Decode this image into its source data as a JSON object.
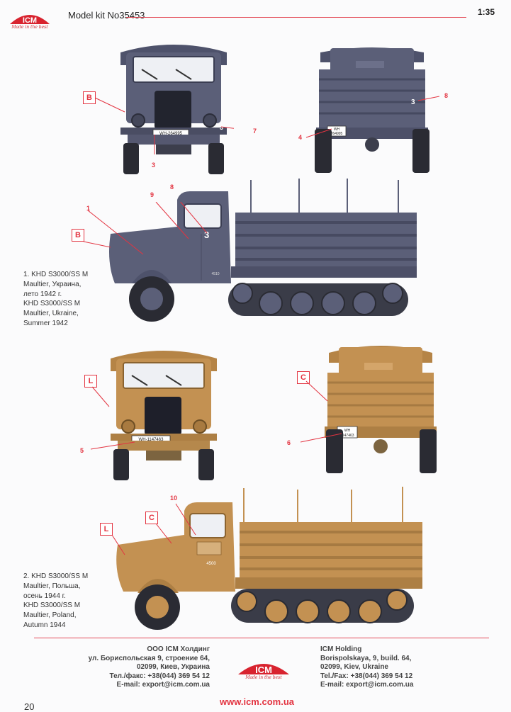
{
  "header": {
    "logo_text": "ICM",
    "logo_tagline": "Made in the best",
    "model_kit": "Model kit No35453",
    "scale": "1:35"
  },
  "colors": {
    "accent": "#e33441",
    "scheme1_body": "#5b5f78",
    "scheme2_body": "#c39152"
  },
  "scheme1": {
    "front_plate": "WH-264995",
    "rear_plate_line1": "WH",
    "rear_plate_line2": "264995",
    "door_number": "3",
    "door_code": "4510",
    "callouts": [
      "1",
      "3",
      "3",
      "4",
      "7",
      "8",
      "8",
      "9"
    ],
    "color_boxes": [
      "B",
      "B"
    ],
    "caption_lines": [
      "1. KHD S3000/SS M",
      "Maultier, Украина,",
      "лето 1942 г.",
      "KHD S3000/SS M",
      "Maultier, Ukraine,",
      "Summer 1942"
    ]
  },
  "scheme2": {
    "front_plate": "WH-1147463",
    "rear_plate_line1": "WH",
    "rear_plate_line2": "1147463",
    "door_code": "4500",
    "callouts": [
      "5",
      "6",
      "10"
    ],
    "color_boxes": [
      "L",
      "C",
      "C",
      "L"
    ],
    "caption_lines": [
      "2. KHD S3000/SS M",
      "Maultier, Польша,",
      "осень 1944 г.",
      "KHD S3000/SS M",
      "Maultier, Poland,",
      "Autumn 1944"
    ]
  },
  "footer": {
    "ru": [
      "ООО ICM Холдинг",
      "ул. Бориспольская 9, строение 64,",
      "02099, Киев, Украина",
      "Тел./факс: +38(044) 369 54 12",
      "E-mail: export@icm.com.ua"
    ],
    "en": [
      "ICM Holding",
      "Borispolskaya, 9, build. 64,",
      "02099, Kiev, Ukraine",
      "Tel./Fax: +38(044) 369 54 12",
      "E-mail: export@icm.com.ua"
    ],
    "logo_text": "ICM",
    "logo_tagline": "Made in the best",
    "url": "www.icm.com.ua",
    "page": "20"
  }
}
